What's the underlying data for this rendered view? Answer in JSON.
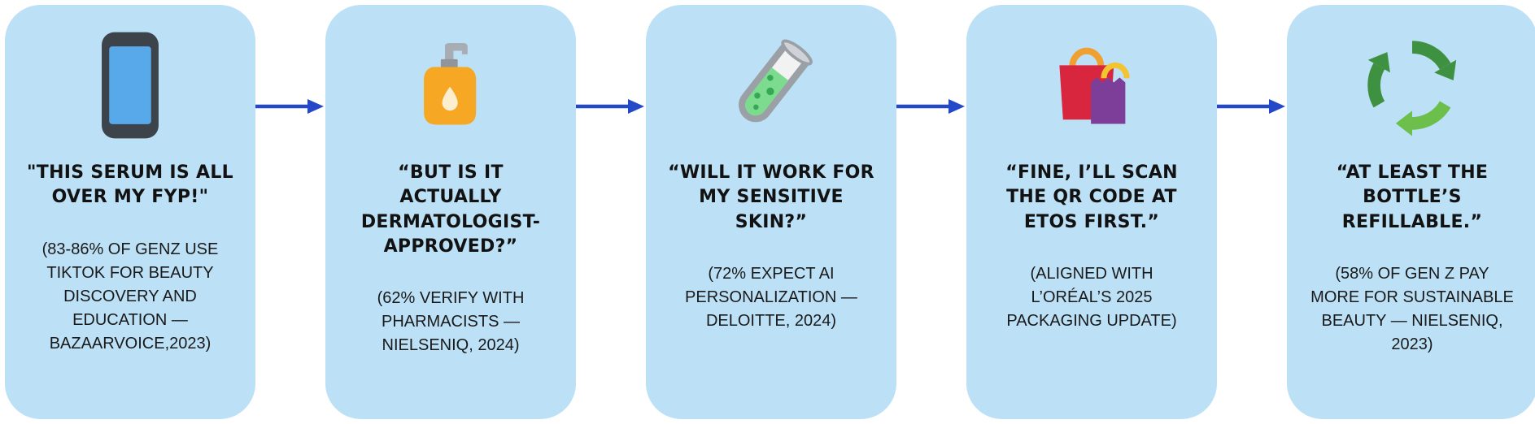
{
  "colors": {
    "card_background": "#BCE0F5",
    "arrow_blue": "#2449C8",
    "text": "#121212",
    "phone_screen_blue": "#57A9EA",
    "soap_orange": "#F6A824",
    "tube_liquid_green": "#7DDB8F",
    "bag_red": "#D7263D",
    "bag_purple": "#7C3E98",
    "recycle_green_dark": "#3F9142",
    "recycle_green_light": "#6CBF4A"
  },
  "cards": [
    {
      "icon": "smartphone-icon",
      "quote": "\"THIS SERUM IS ALL OVER MY FYP!\"",
      "citation": "(83-86% OF GENZ USE TIKTOK FOR BEAUTY DISCOVERY AND EDUCATION — BAZAARVOICE,2023)"
    },
    {
      "icon": "soap-pump-icon",
      "quote": "“BUT IS IT ACTUALLY DERMATOLOGIST-APPROVED?”",
      "citation": "(62% VERIFY WITH PHARMACISTS — NIELSENIQ, 2024)"
    },
    {
      "icon": "test-tube-icon",
      "quote": "“WILL IT WORK FOR MY SENSITIVE SKIN?”",
      "citation": "(72% EXPECT AI PERSONALIZATION — DELOITTE, 2024)"
    },
    {
      "icon": "shopping-bags-icon",
      "quote": "“FINE, I’LL SCAN THE QR CODE AT ETOS FIRST.”",
      "citation": "(ALIGNED WITH L’ORÉAL’S 2025 PACKAGING UPDATE)"
    },
    {
      "icon": "recycle-icon",
      "quote": "“AT LEAST THE BOTTLE’S REFILLABLE.”",
      "citation": "(58% OF GEN Z PAY MORE FOR SUSTAINABLE BEAUTY — NIELSENIQ, 2023)"
    }
  ]
}
